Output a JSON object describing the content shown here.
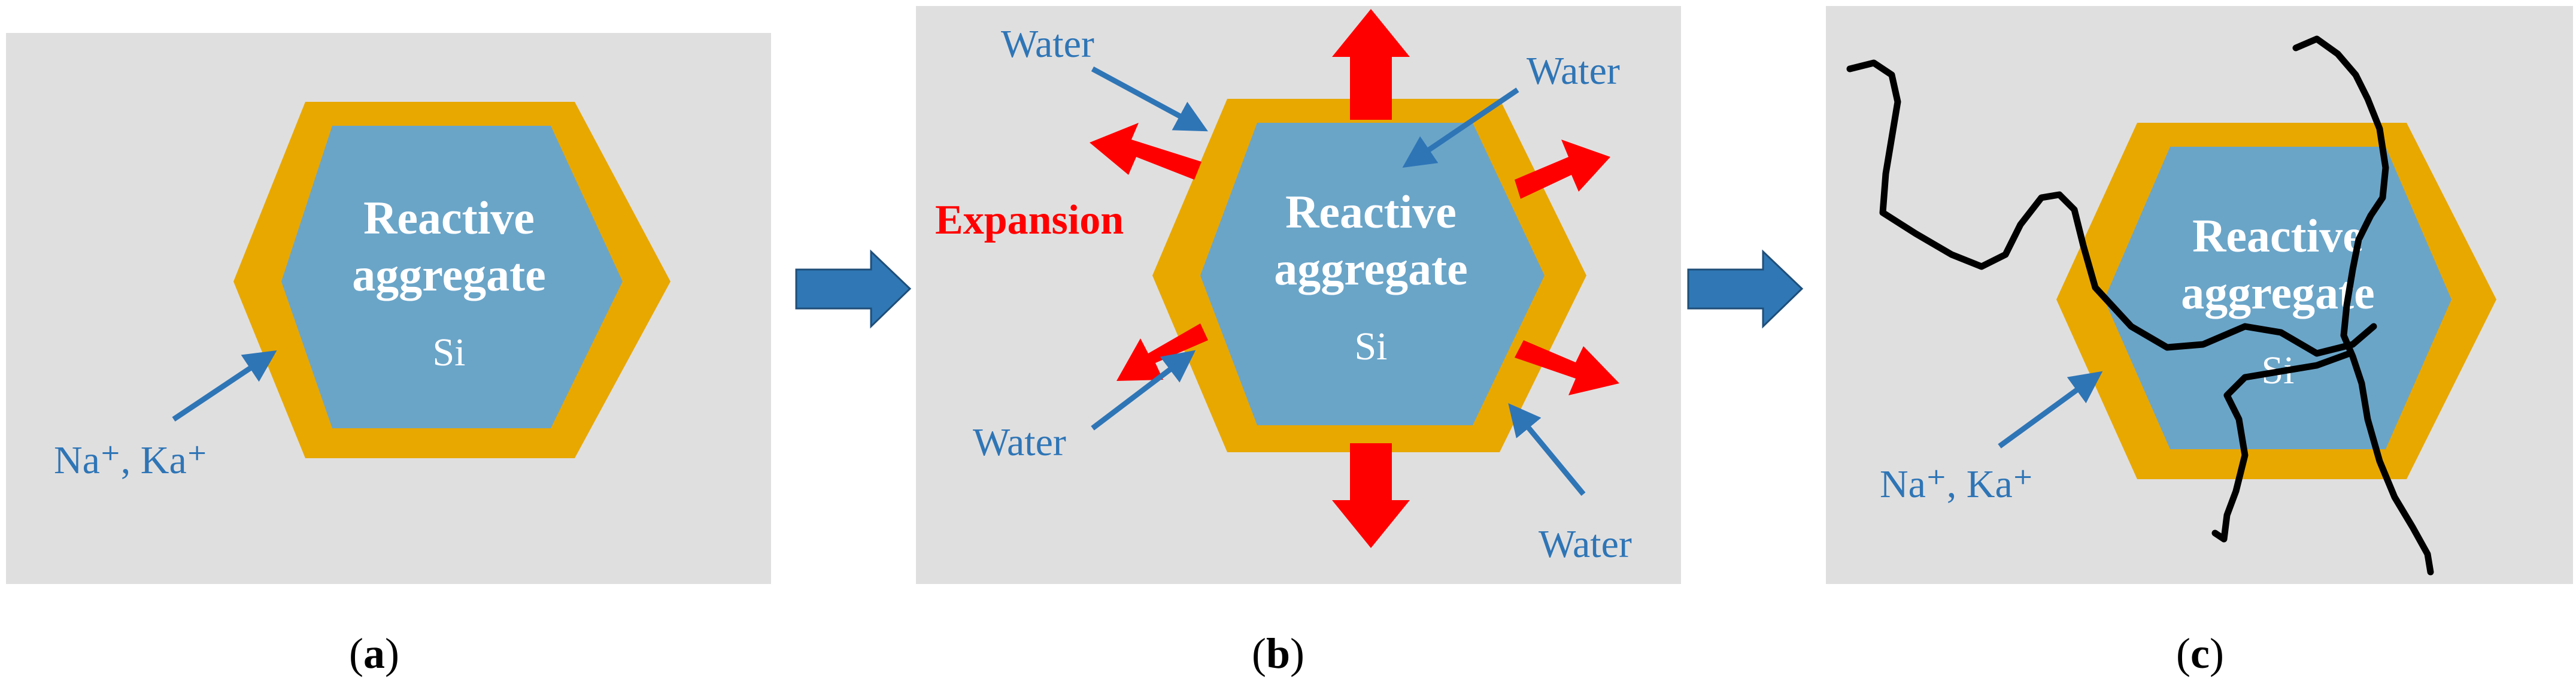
{
  "colors": {
    "panel_bg": "#e0dfdf",
    "shell": "#e8a800",
    "core": "#6aa5c8",
    "label_blue": "#2E75B6",
    "expansion_red": "#ff0000",
    "process_arrow": "#2F78B5",
    "crack": "#000000"
  },
  "panel_a": {
    "core_line1": "Reactive",
    "core_line2": "aggregate",
    "si": "Si",
    "ions_label": "Na⁺, Ka⁺"
  },
  "panel_b": {
    "core_line1": "Reactive",
    "core_line2": "aggregate",
    "si": "Si",
    "expansion_label": "Expansion",
    "water_top_left": "Water",
    "water_top_right": "Water",
    "water_bottom_left": "Water",
    "water_bottom_right": "Water"
  },
  "panel_c": {
    "core_line1": "Reactive",
    "core_line2": "aggregate",
    "si": "Si",
    "ions_label": "Na⁺, Ka⁺"
  },
  "captions": {
    "a_letter": "a",
    "b_letter": "b",
    "c_letter": "c",
    "open": "(",
    "close": ")"
  }
}
